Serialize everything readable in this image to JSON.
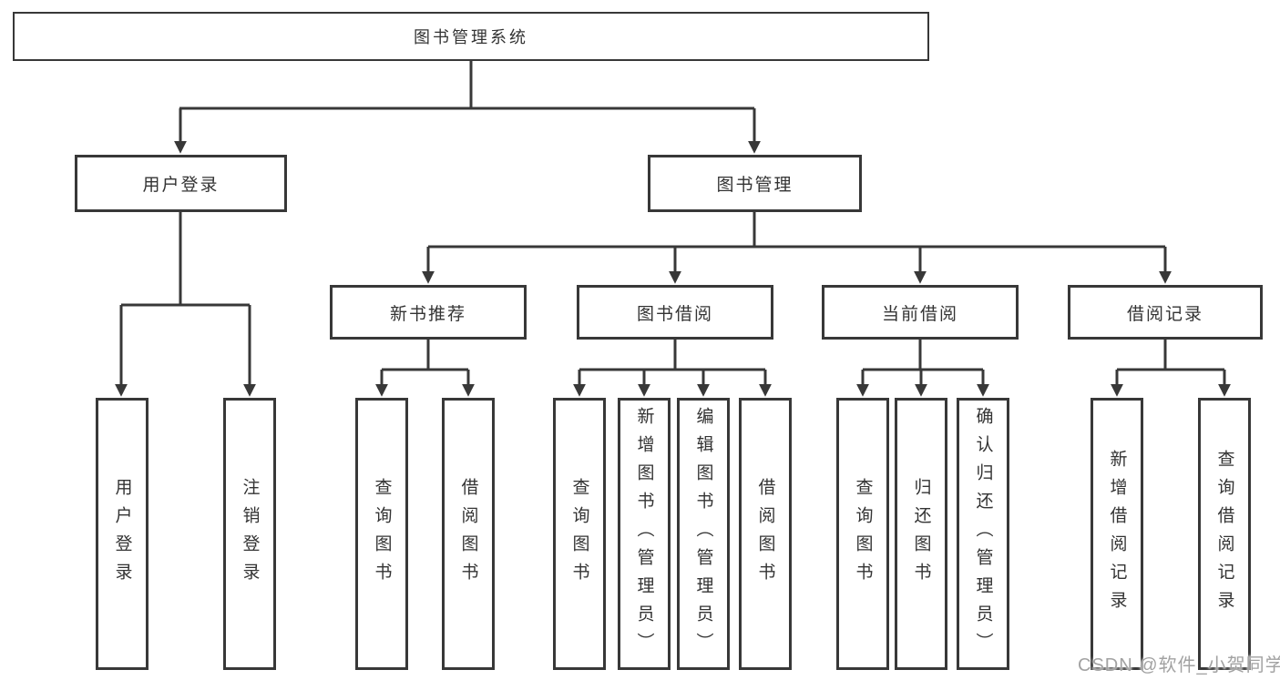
{
  "tree": {
    "label": "图书管理系统",
    "children": [
      {
        "label": "用户登录",
        "children": [
          {
            "label": "用户登录"
          },
          {
            "label": "注销登录"
          }
        ]
      },
      {
        "label": "图书管理",
        "children": [
          {
            "label": "新书推荐",
            "children": [
              {
                "label": "查询图书"
              },
              {
                "label": "借阅图书"
              }
            ]
          },
          {
            "label": "图书借阅",
            "children": [
              {
                "label": "查询图书"
              },
              {
                "label": "新增图书（管理员）"
              },
              {
                "label": "编辑图书（管理员）"
              },
              {
                "label": "借阅图书"
              }
            ]
          },
          {
            "label": "当前借阅",
            "children": [
              {
                "label": "查询图书"
              },
              {
                "label": "归还图书"
              },
              {
                "label": "确认归还（管理员）"
              }
            ]
          },
          {
            "label": "借阅记录",
            "children": [
              {
                "label": "新增借阅记录"
              },
              {
                "label": "查询借阅记录"
              }
            ]
          }
        ]
      }
    ]
  },
  "watermark": {
    "text": "CSDN @软件_小贺同学"
  },
  "colors": {
    "line": "#383838",
    "box_border": "#383838",
    "text": "#333333",
    "background": "#ffffff",
    "watermark": "#a2a2a2"
  }
}
